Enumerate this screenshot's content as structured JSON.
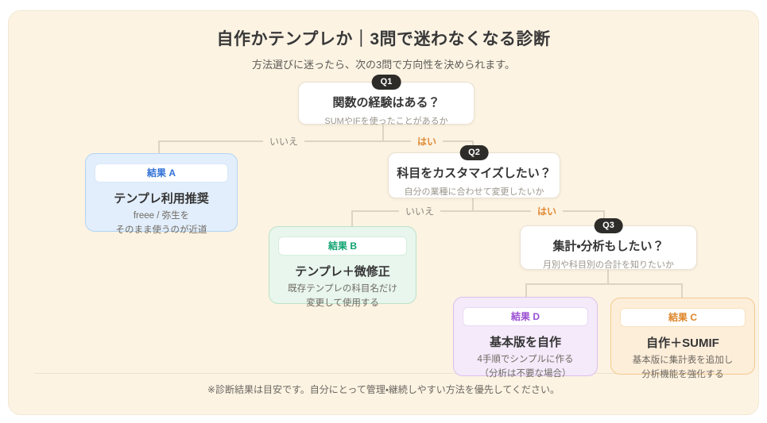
{
  "page": {
    "title": "自作かテンプレか｜3問で迷わなくなる診断",
    "subtitle": "方法選びに迷ったら、次の3問で方向性を決められます。",
    "footnote": "※診断結果は目安です。自分にとって管理・継続しやすい方法を優先してください。"
  },
  "branch_labels": {
    "no": "いいえ",
    "yes": "はい"
  },
  "questions": [
    {
      "badge": "Q1",
      "title": "関数の経験はある？",
      "subtitle": "SUMやIFを使ったことがあるか"
    },
    {
      "badge": "Q2",
      "title": "科目をカスタマイズしたい？",
      "subtitle": "自分の業種に合わせて変更したいか"
    },
    {
      "badge": "Q3",
      "title": "集計・分析もしたい？",
      "subtitle": "月別や科目別の合計を知りたいか"
    }
  ],
  "results": [
    {
      "badge": "結果 A",
      "title": "テンプレ利用推奨",
      "line1": "freee / 弥生を",
      "line2": "そのまま使うのが近道",
      "accent": "#2f6fd6"
    },
    {
      "badge": "結果 B",
      "title": "テンプレ＋微修正",
      "line1": "既存テンプレの科目名だけ",
      "line2": "変更して使用する",
      "accent": "#0ea371"
    },
    {
      "badge": "結果 D",
      "title": "基本版を自作",
      "line1": "4手順でシンプルに作る",
      "line2": "（分析は不要な場合）",
      "accent": "#9a4fd3"
    },
    {
      "badge": "結果 C",
      "title": "自作＋SUMIF",
      "line1": "基本版に集計表を追加し",
      "line2": "分析機能を強化する",
      "accent": "#dd8427"
    }
  ],
  "colors": {
    "card_bg": "#fcf3e3",
    "badge_bg": "#2e2c29",
    "connector": "#ddd4c1",
    "yes_label": "#e08a35",
    "no_label": "#8a867d",
    "result_a_bg": "#e2eefb",
    "result_b_bg": "#e8f6ed",
    "result_c_bg": "#fdeeda",
    "result_d_bg": "#f4eafa"
  }
}
